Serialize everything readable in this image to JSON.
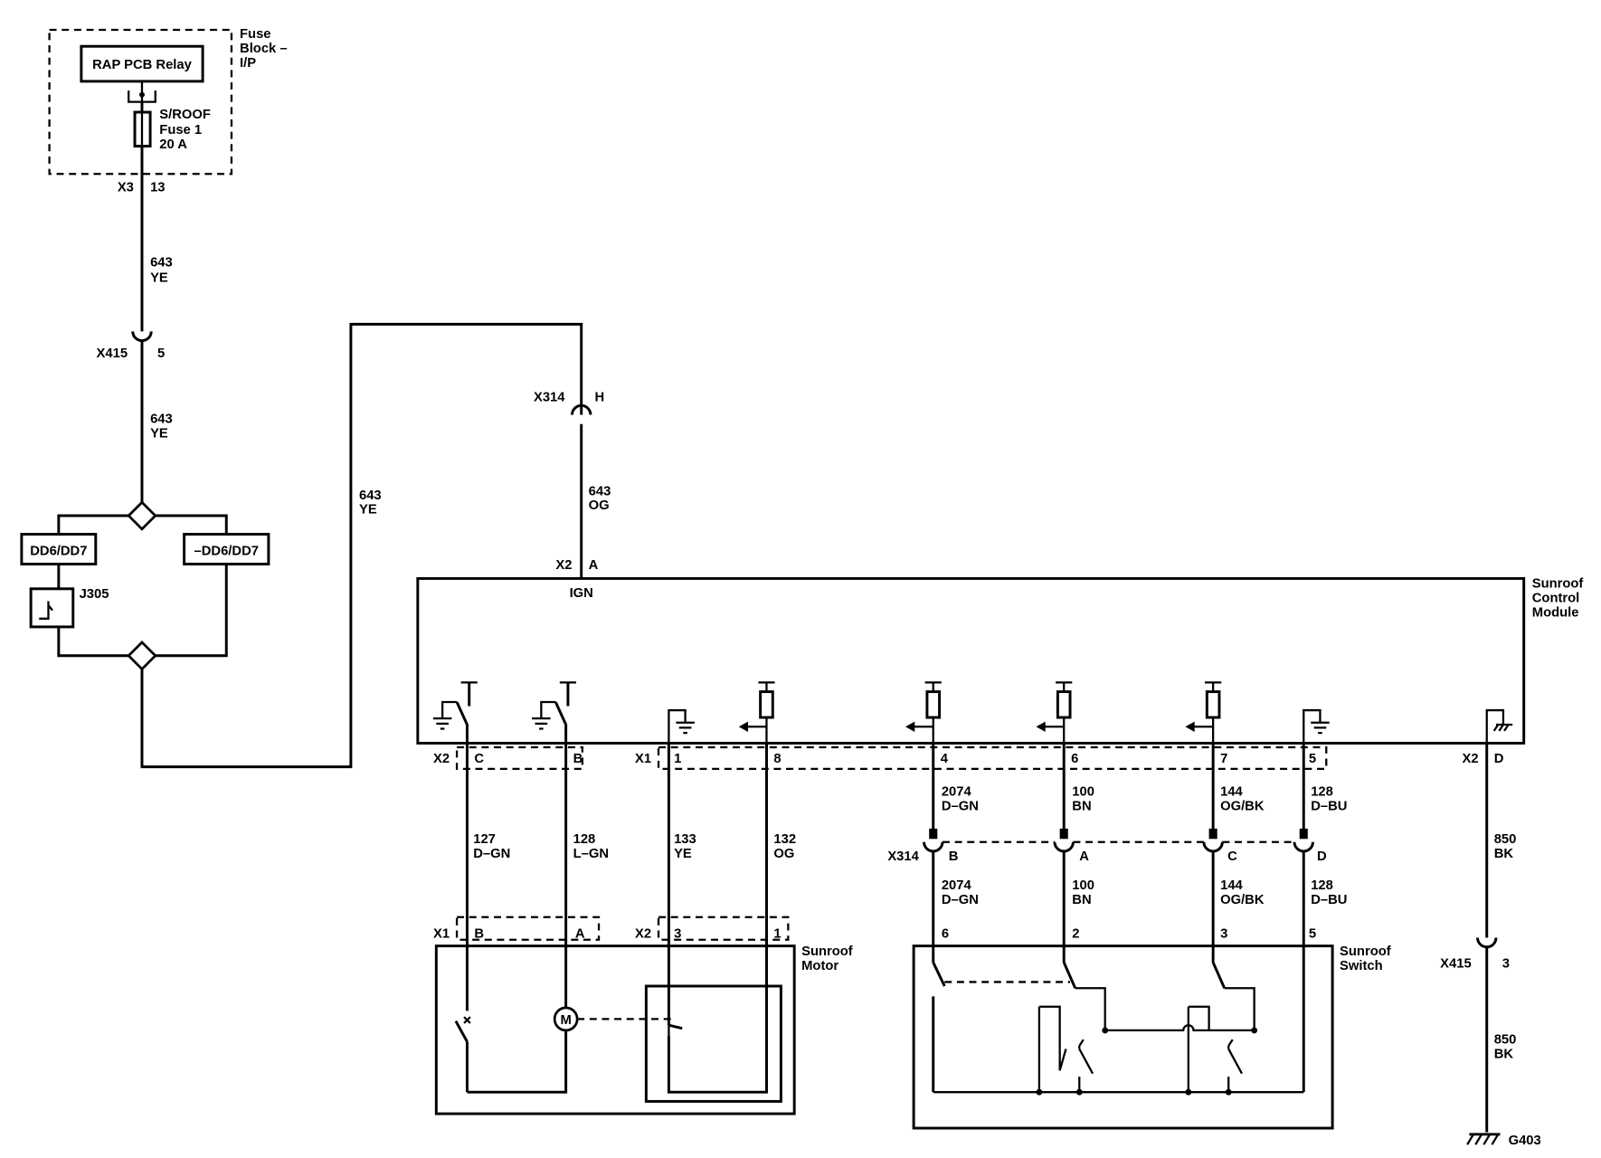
{
  "fuse_block": {
    "title_lines": [
      "Fuse",
      "Block –",
      "I/P"
    ],
    "relay": "RAP PCB Relay",
    "fuse_lines": [
      "S/ROOF",
      "Fuse 1",
      "20 A"
    ],
    "connector": "X3",
    "pin": "13"
  },
  "feed": {
    "wire_upper": [
      "643",
      "YE"
    ],
    "wire_lower": [
      "643",
      "YE"
    ],
    "wire_return": [
      "643",
      "YE"
    ],
    "inline_connector": "X415",
    "inline_pin": "5"
  },
  "options": {
    "left": "DD6/DD7",
    "right": "–DD6/DD7",
    "jumper": "J305"
  },
  "ign": {
    "inline_connector": "X314",
    "inline_pin": "H",
    "wire": [
      "643",
      "OG"
    ],
    "module_connector": "X2",
    "module_pin": "A",
    "label": "IGN"
  },
  "module": {
    "name_lines": [
      "Sunroof",
      "Control",
      "Module"
    ],
    "x2_label": "X2",
    "x1_label": "X1",
    "x2_right_label": "X2",
    "pins": [
      {
        "pin": "C",
        "wire": [
          "127",
          "D–GN"
        ]
      },
      {
        "pin": "B",
        "wire": [
          "128",
          "L–GN"
        ]
      },
      {
        "pin": "1",
        "wire": [
          "133",
          "YE"
        ]
      },
      {
        "pin": "8",
        "wire": [
          "132",
          "OG"
        ]
      },
      {
        "pin": "4",
        "wire_top": [
          "2074",
          "D–GN"
        ],
        "inline_pin": "B",
        "wire_bottom": [
          "2074",
          "D–GN"
        ],
        "switch_pin": "6"
      },
      {
        "pin": "6",
        "wire_top": [
          "100",
          "BN"
        ],
        "inline_pin": "A",
        "wire_bottom": [
          "100",
          "BN"
        ],
        "switch_pin": "2"
      },
      {
        "pin": "7",
        "wire_top": [
          "144",
          "OG/BK"
        ],
        "inline_pin": "C",
        "wire_bottom": [
          "144",
          "OG/BK"
        ],
        "switch_pin": "3"
      },
      {
        "pin": "5",
        "wire_top": [
          "128",
          "D–BU"
        ],
        "inline_pin": "D",
        "wire_bottom": [
          "128",
          "D–BU"
        ],
        "switch_pin": "5"
      }
    ],
    "ground_pin": "D",
    "switch_inline_connector": "X314"
  },
  "motor": {
    "name_lines": [
      "Sunroof",
      "Motor"
    ],
    "x1_label": "X1",
    "x1_pins": [
      "B",
      "A"
    ],
    "x2_label": "X2",
    "x2_pins": [
      "3",
      "1"
    ],
    "motor_symbol": "M"
  },
  "switch": {
    "name_lines": [
      "Sunroof",
      "Switch"
    ]
  },
  "ground": {
    "wire_upper": [
      "850",
      "BK"
    ],
    "inline_connector": "X415",
    "inline_pin": "3",
    "wire_lower": [
      "850",
      "BK"
    ],
    "label": "G403"
  }
}
